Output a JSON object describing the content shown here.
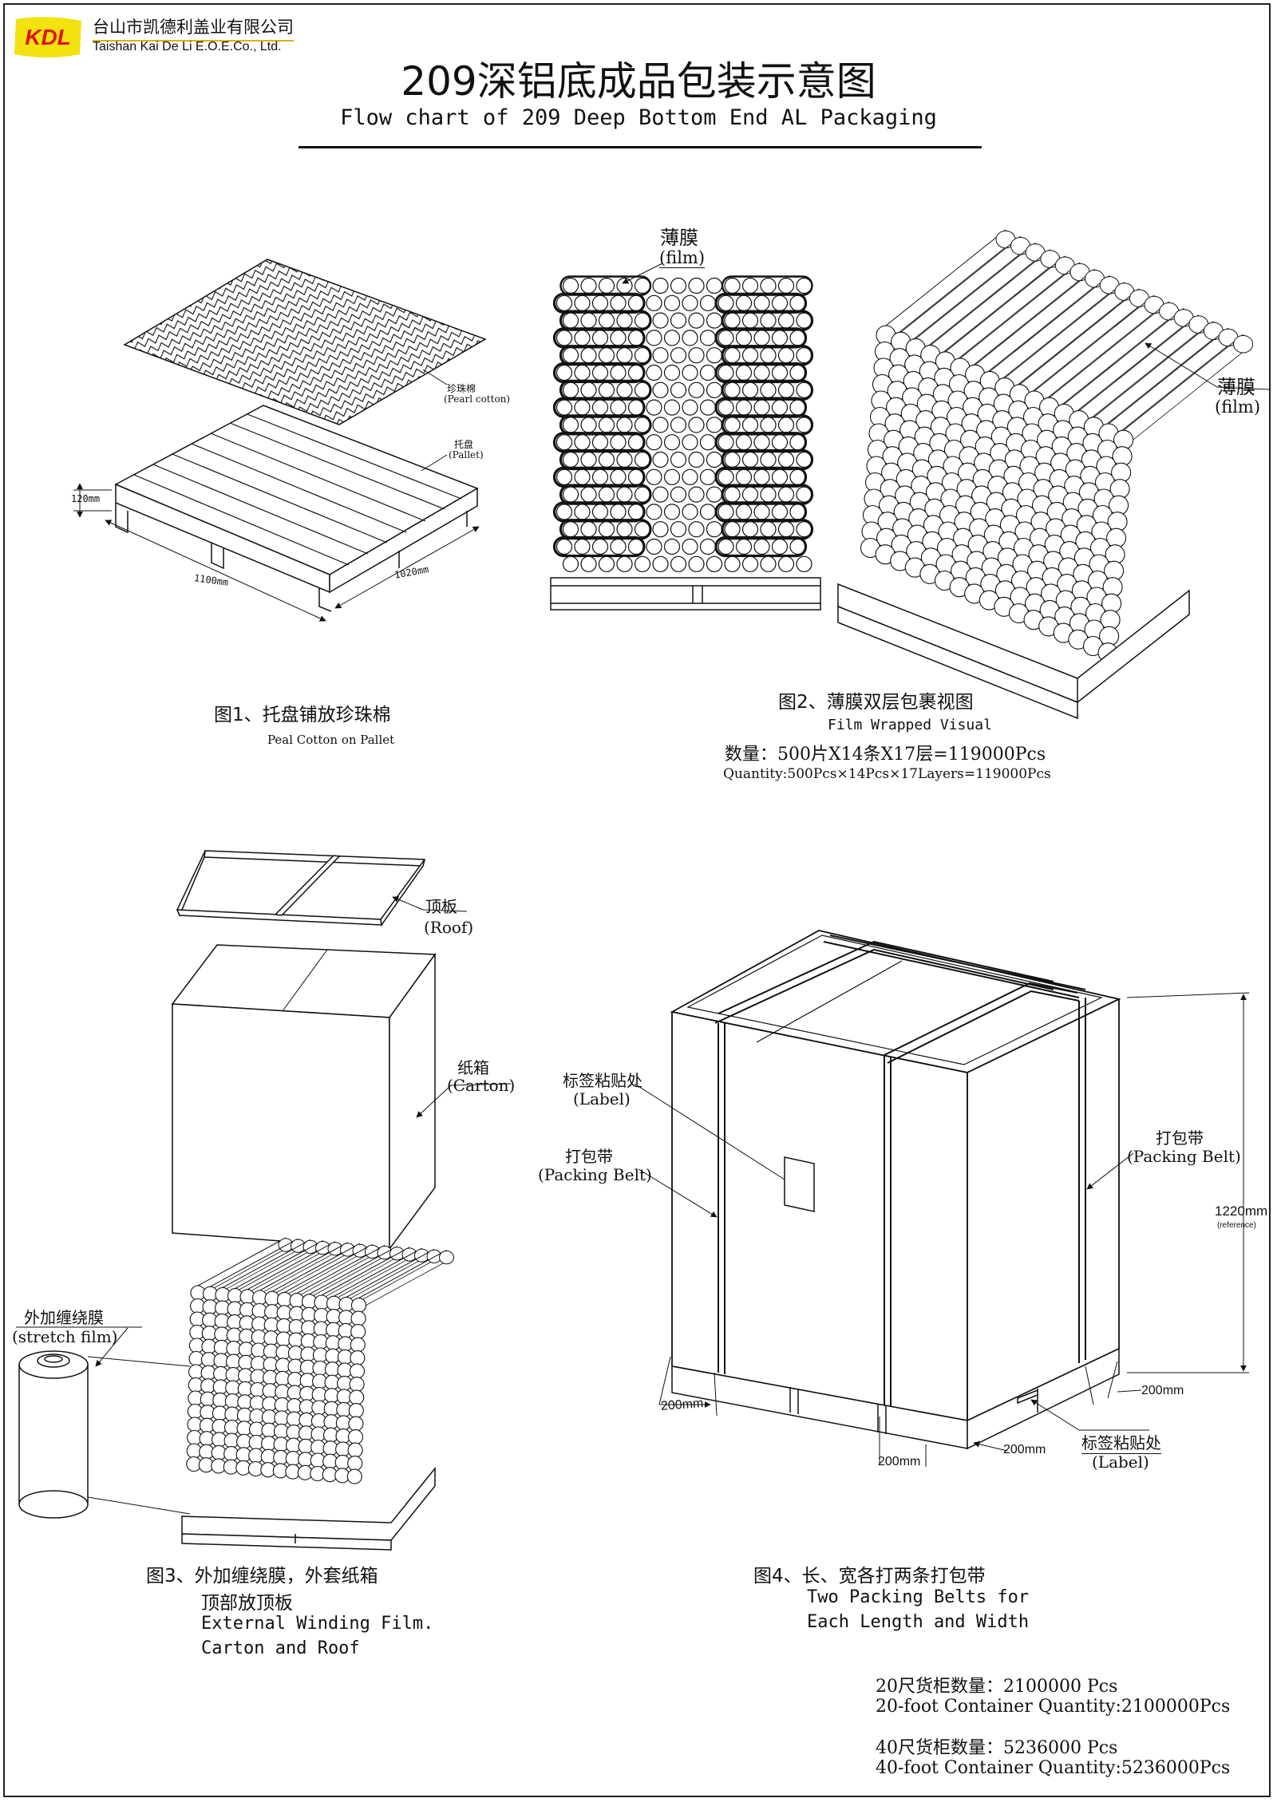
{
  "header": {
    "logo_text": "KDL",
    "company_cn": "台山市凯德利盖业有限公司",
    "company_en": "Taishan Kai De Li E.O.E.Co., Ltd.",
    "title_cn": "209深铝底成品包装示意图",
    "title_en": "Flow chart of 209 Deep Bottom End AL Packaging"
  },
  "colors": {
    "logo_bg": "#f2e20f",
    "logo_text": "#e0141b",
    "line": "#111111"
  },
  "fig1": {
    "caption_cn": "图1、托盘铺放珍珠棉",
    "caption_en": "Peal Cotton on Pallet",
    "pearl_cotton_cn": "珍珠棉",
    "pearl_cotton_en": "(Pearl cotton)",
    "pallet_cn": "托盘",
    "pallet_en": "(Pallet)",
    "dim_height": "120mm",
    "dim_length": "1100mm",
    "dim_width": "1020mm"
  },
  "fig2": {
    "film_cn": "薄膜",
    "film_en": "(film)",
    "film2_cn": "薄膜",
    "film2_en": "(film)",
    "caption_cn": "图2、薄膜双层包裹视图",
    "caption_en": "Film Wrapped Visual",
    "quantity_cn": "数量：500片X14条X17层=119000Pcs",
    "quantity_en": "Quantity:500Pcs×14Pcs×17Layers=119000Pcs"
  },
  "fig3": {
    "roof_cn": "顶板",
    "roof_en": "(Roof)",
    "carton_cn": "纸箱",
    "carton_en": "(Carton)",
    "stretch_cn": "外加缠绕膜",
    "stretch_en": "(stretch film)",
    "caption_line1": "图3、外加缠绕膜，外套纸箱",
    "caption_line2": "顶部放顶板",
    "caption_line3": "External Winding Film.",
    "caption_line4": "Carton and Roof"
  },
  "fig4": {
    "label_cn": "标签粘贴处",
    "label_en": "(Label)",
    "belt_left_cn": "打包带",
    "belt_left_en": "(Packing Belt)",
    "belt_right_cn": "打包带",
    "belt_right_en": "(Packing Belt)",
    "height": "1220mm",
    "height_note": "(reference)",
    "dim_left": "200mm",
    "dim_bottom1": "200mm",
    "dim_bottom2": "200mm",
    "dim_right": "200mm",
    "label2_cn": "标签粘贴处",
    "label2_en": "(Label)",
    "caption_cn": "图4、长、宽各打两条打包带",
    "caption_en1": "Two Packing Belts for",
    "caption_en2": "Each Length and Width"
  },
  "container": {
    "q20_cn": "20尺货柜数量：2100000 Pcs",
    "q20_en": "20-foot Container Quantity:2100000Pcs",
    "q40_cn": "40尺货柜数量：5236000 Pcs",
    "q40_en": "40-foot Container Quantity:5236000Pcs"
  }
}
